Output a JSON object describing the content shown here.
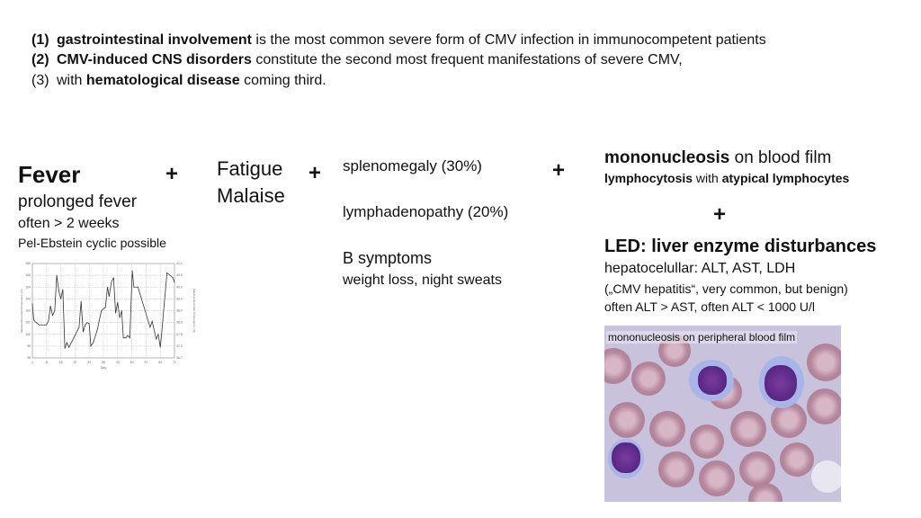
{
  "intro": [
    {
      "num": "(1)",
      "bold": "gastrointestinal involvement",
      "rest": " is the most common severe form of CMV infection in immunocompetent patients"
    },
    {
      "num": "(2)",
      "bold": "CMV-induced CNS disorders",
      "rest": " constitute the second most frequent manifestations of severe CMV,"
    },
    {
      "num": "(3)",
      "pre": "with ",
      "bold": "hematological disease",
      "rest": " coming third."
    }
  ],
  "fever": {
    "title": "Fever",
    "line1": "prolonged fever",
    "line2": "often > 2 weeks",
    "line3": "Pel-Ebstein cyclic possible"
  },
  "plus": "+",
  "fatigue": {
    "line1": "Fatigue",
    "line2": "Malaise"
  },
  "organs": {
    "spleen": "splenomegaly (30%)",
    "lymph": "lymphadenopathy (20%)",
    "b_title": "B symptoms",
    "b_detail": "weight loss, night sweats"
  },
  "mono": {
    "bold": "mononucleosis",
    "rest": " on blood film",
    "sub_b1": "lymphocytosis",
    "sub_mid": " with ",
    "sub_b2": "atypical lymphocytes"
  },
  "led": {
    "title": "LED: liver enzyme disturbances",
    "line1": "hepatocelullar: ALT, AST, LDH",
    "line2": "(„CMV hepatitis“, very common, but benign)",
    "line3": "often ALT > AST, often ALT < 1000 U/l"
  },
  "film_caption": "mononucleosis on peripheral blood film",
  "chart_data": {
    "type": "line",
    "xlabel": "Day",
    "ylabel": "Maximal Recorded Temperature (°F)",
    "ylabel_right": "Maximal Recorded Temperature (°C)",
    "xlim": [
      1,
      71
    ],
    "ylim": [
      98,
      106
    ],
    "xticks": [
      1,
      8,
      15,
      22,
      29,
      36,
      43,
      50,
      57,
      64,
      71
    ],
    "yticks": [
      98,
      99,
      100,
      101,
      102,
      103,
      104,
      105,
      106
    ],
    "yticks_right": [
      "36.7",
      "37.2",
      "37.8",
      "38.3",
      "38.9",
      "39.4",
      "40.0",
      "40.6",
      "41.1"
    ],
    "x": [
      1,
      1.7,
      2.8,
      4.3,
      8,
      9,
      9.9,
      11,
      12,
      13,
      14,
      15,
      16,
      17,
      18,
      19,
      22,
      24,
      25,
      26,
      27,
      28,
      29,
      29.8,
      31,
      33,
      35,
      37,
      38,
      38.8,
      39.9,
      41,
      42,
      43,
      44,
      45,
      45.8,
      47,
      48,
      49,
      50.2,
      51,
      53,
      59,
      60,
      62,
      63,
      64,
      64.6,
      67.3,
      70.2,
      71
    ],
    "y": [
      102.6,
      101.2,
      101,
      100.8,
      100.8,
      101.2,
      102.4,
      101.6,
      102,
      105,
      103.7,
      103,
      103.8,
      98.8,
      99.3,
      98.9,
      99.9,
      100.6,
      102.8,
      100.2,
      100.8,
      101,
      100.9,
      99,
      99.3,
      100.4,
      102,
      102.3,
      104,
      103.2,
      104.4,
      104.8,
      101.8,
      102.7,
      101.4,
      102,
      99.7,
      99.7,
      99.9,
      99.7,
      105.4,
      104,
      104,
      100.6,
      101.1,
      99.6,
      100,
      98.9,
      99.9,
      105.2,
      104.8,
      104.4
    ]
  }
}
